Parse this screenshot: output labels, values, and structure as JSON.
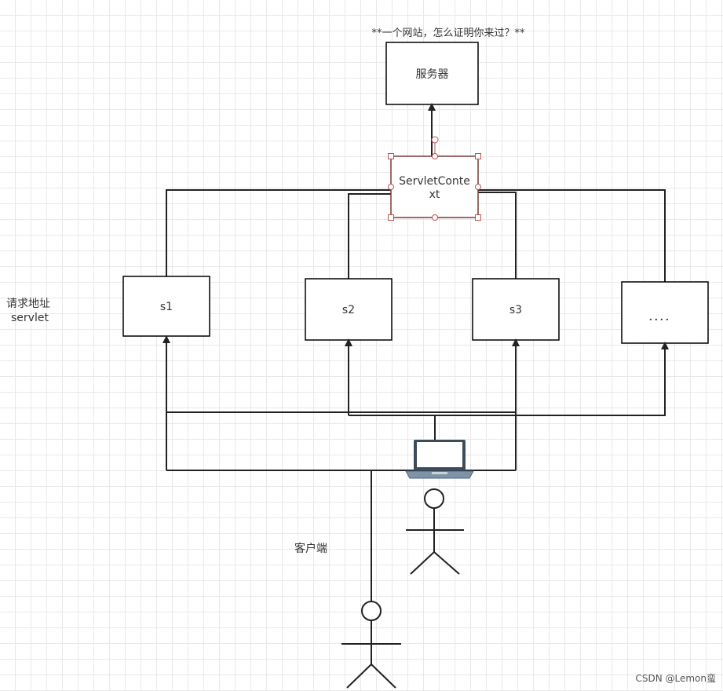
{
  "diagram": {
    "title": "**一个网站，怎么证明你来过？**",
    "server_label": "服务器",
    "context_label_line1": "ServletConte",
    "context_label_line2": "xt",
    "servlets": [
      {
        "label": "s1"
      },
      {
        "label": "s2"
      },
      {
        "label": "s3"
      },
      {
        "label": "．．．．"
      }
    ],
    "side_label_line1": "请求地址",
    "side_label_line2": "servlet",
    "client_label": "客户端"
  },
  "watermark": {
    "text": "CSDN @Lemon蛮"
  },
  "colors": {
    "selection": "#b85450",
    "laptop_screen": "#ffffff",
    "laptop_body": "#4a6785",
    "line": "#222222"
  },
  "icons": [
    "laptop-icon",
    "stick-figure-icon"
  ]
}
